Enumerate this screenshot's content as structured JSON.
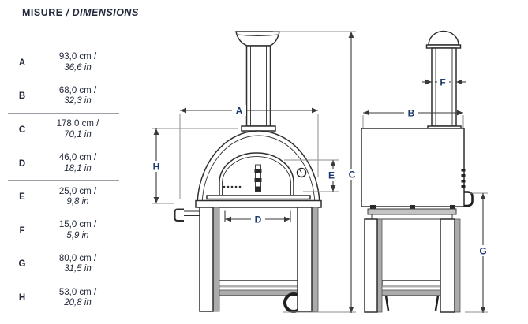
{
  "title": {
    "primary": "MISURE",
    "separator": "/",
    "secondary": "DIMENSIONS"
  },
  "table": {
    "rows": [
      {
        "letter": "A",
        "metric": "93,0 cm /",
        "imperial": "36,6 in"
      },
      {
        "letter": "B",
        "metric": "68,0 cm /",
        "imperial": "32,3 in"
      },
      {
        "letter": "C",
        "metric": "178,0 cm /",
        "imperial": "70,1 in"
      },
      {
        "letter": "D",
        "metric": "46,0 cm /",
        "imperial": "18,1 in"
      },
      {
        "letter": "E",
        "metric": "25,0 cm /",
        "imperial": "9,8 in"
      },
      {
        "letter": "F",
        "metric": "15,0 cm /",
        "imperial": "5,9 in"
      },
      {
        "letter": "G",
        "metric": "80,0 cm /",
        "imperial": "31,5 in"
      },
      {
        "letter": "H",
        "metric": "53,0 cm /",
        "imperial": "20,8 in"
      }
    ]
  },
  "diagram": {
    "labels": {
      "a": "A",
      "b": "B",
      "c": "C",
      "d": "D",
      "e": "E",
      "f": "F",
      "g": "G",
      "h": "H"
    }
  },
  "colors": {
    "text": "#232a3b",
    "dim_label": "#1c3a6e",
    "outline": "#2f2f2f",
    "dimension_line": "#3a3a3a",
    "extension_line": "#8e8e8e",
    "shading": "#ababab",
    "row_separator": "#9ba0a6",
    "background": "#ffffff"
  }
}
